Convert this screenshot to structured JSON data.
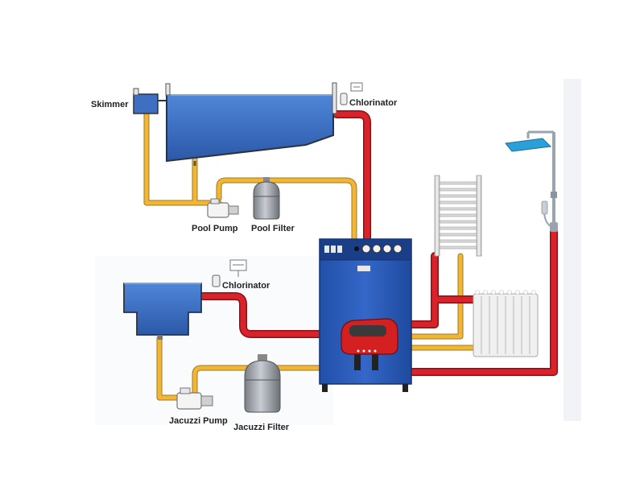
{
  "labels": {
    "skimmer": "Skimmer",
    "chlorinator_pool": "Chlorinator",
    "pool_pump": "Pool Pump",
    "pool_filter": "Pool Filter",
    "chlorinator_jacuzzi": "Chlorinator",
    "jacuzzi_pump": "Jacuzzi Pump",
    "jacuzzi_filter": "Jacuzzi Filter"
  },
  "colors": {
    "hot_pipe": "#d8232a",
    "cold_pipe": "#f2b632",
    "pool_water": "#3f6fc0",
    "boiler": "#2857b8",
    "burner": "#d42020",
    "shower": "#2aa0d8"
  },
  "icons": {
    "boiler": "boiler-icon",
    "burner": "burner-icon",
    "shower": "rain-shower-icon",
    "towel_rail": "towel-rail-icon",
    "radiator": "radiator-icon",
    "pump": "pump-icon",
    "filter": "sand-filter-icon",
    "chlorinator": "chlorinator-icon"
  }
}
